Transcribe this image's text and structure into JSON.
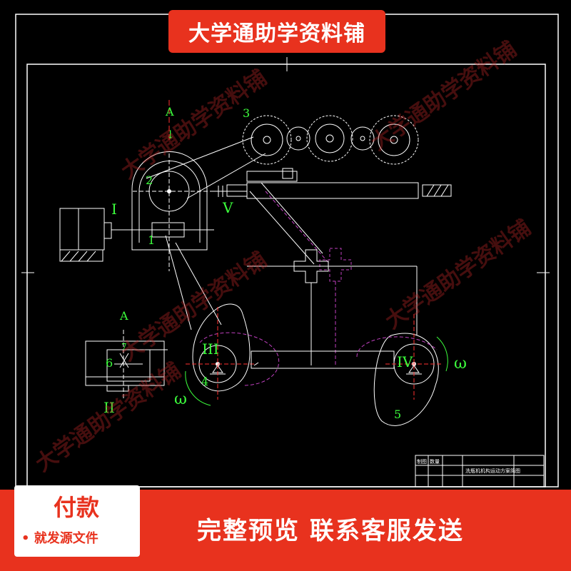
{
  "banner": {
    "title": "大学通助学资料铺"
  },
  "watermarks": [
    "大学通助学资料铺",
    "大学通助学资料铺",
    "大学通助学资料铺",
    "大学通助学资料铺",
    "大学通助学资料铺"
  ],
  "diagram": {
    "labels": {
      "section_a_top": "A",
      "section_a_arrow": "↓",
      "roman_1": "I",
      "roman_2": "II",
      "roman_3": "III",
      "roman_4": "IV",
      "roman_5": "V",
      "num_1": "1",
      "num_2": "2",
      "num_3": "3",
      "num_4": "4",
      "num_5": "5",
      "num_6": "6",
      "num_7": "7",
      "section_a_bottom": "A",
      "omega_left": "ω",
      "omega_right": "ω"
    },
    "title_block": {
      "cell_a": "制图",
      "cell_b": "数量",
      "title": "洗瓶机机构运动方案简图"
    },
    "colors": {
      "line": "#ffffff",
      "label": "#3cff3c",
      "dashed": "#c040c0",
      "centerline": "#ff3030"
    }
  },
  "footer": {
    "pay_title": "付款",
    "pay_subtitle": "• 就发源文件",
    "message": "完整预览 联系客服发送"
  }
}
